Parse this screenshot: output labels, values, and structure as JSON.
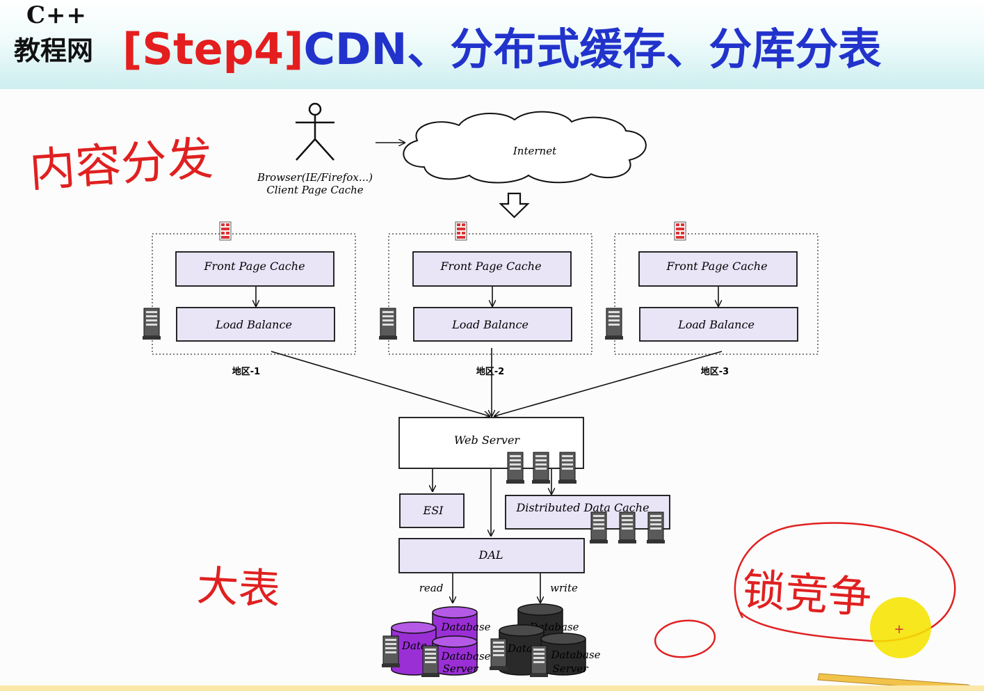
{
  "header": {
    "logo_top": "C++",
    "logo_bottom": "教程网",
    "title_step": "[Step4]",
    "title_rest": "CDN、分布式缓存、分库分表"
  },
  "diagram": {
    "internet": "Internet",
    "browser_line1": "Browser(IE/Firefox...)",
    "browser_line2": "Client Page Cache",
    "regions": [
      {
        "label": "地区-1",
        "front": "Front Page Cache",
        "lb": "Load Balance"
      },
      {
        "label": "地区-2",
        "front": "Front Page Cache",
        "lb": "Load Balance"
      },
      {
        "label": "地区-3",
        "front": "Front Page Cache",
        "lb": "Load Balance"
      }
    ],
    "web_server": "Web Server",
    "esi": "ESI",
    "ddc": "Distributed Data Cache",
    "dal": "DAL",
    "read": "read",
    "write": "write",
    "db_label": "Database",
    "db_server": "Server",
    "db_short": "Data"
  },
  "annotations": {
    "content_delivery": "内容分发",
    "big_table": "大表",
    "lock_contention": "锁竞争"
  },
  "colors": {
    "box_fill": "#e9e5f7",
    "title_red": "#e41e1e",
    "title_blue": "#2233cc",
    "ink_red": "#e02020",
    "db_purple": "#9a2fd6",
    "db_black": "#2a2a2a",
    "cursor_yellow": "#f5e400"
  }
}
